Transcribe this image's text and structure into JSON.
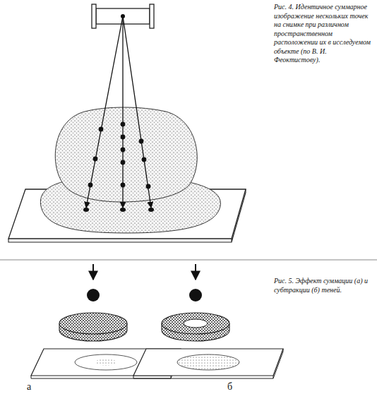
{
  "diagram": {
    "labels": [
      "Рис. 4. Идентичное суммарное изображение нескольких точек на снимке при различном пространственном расположении их в исследуемом объекте (по В. И. Феоктистову).",
      "Рис. 5. Эффект суммации (а) и субтракции (б) теней.",
      "а",
      "б"
    ]
  }
}
